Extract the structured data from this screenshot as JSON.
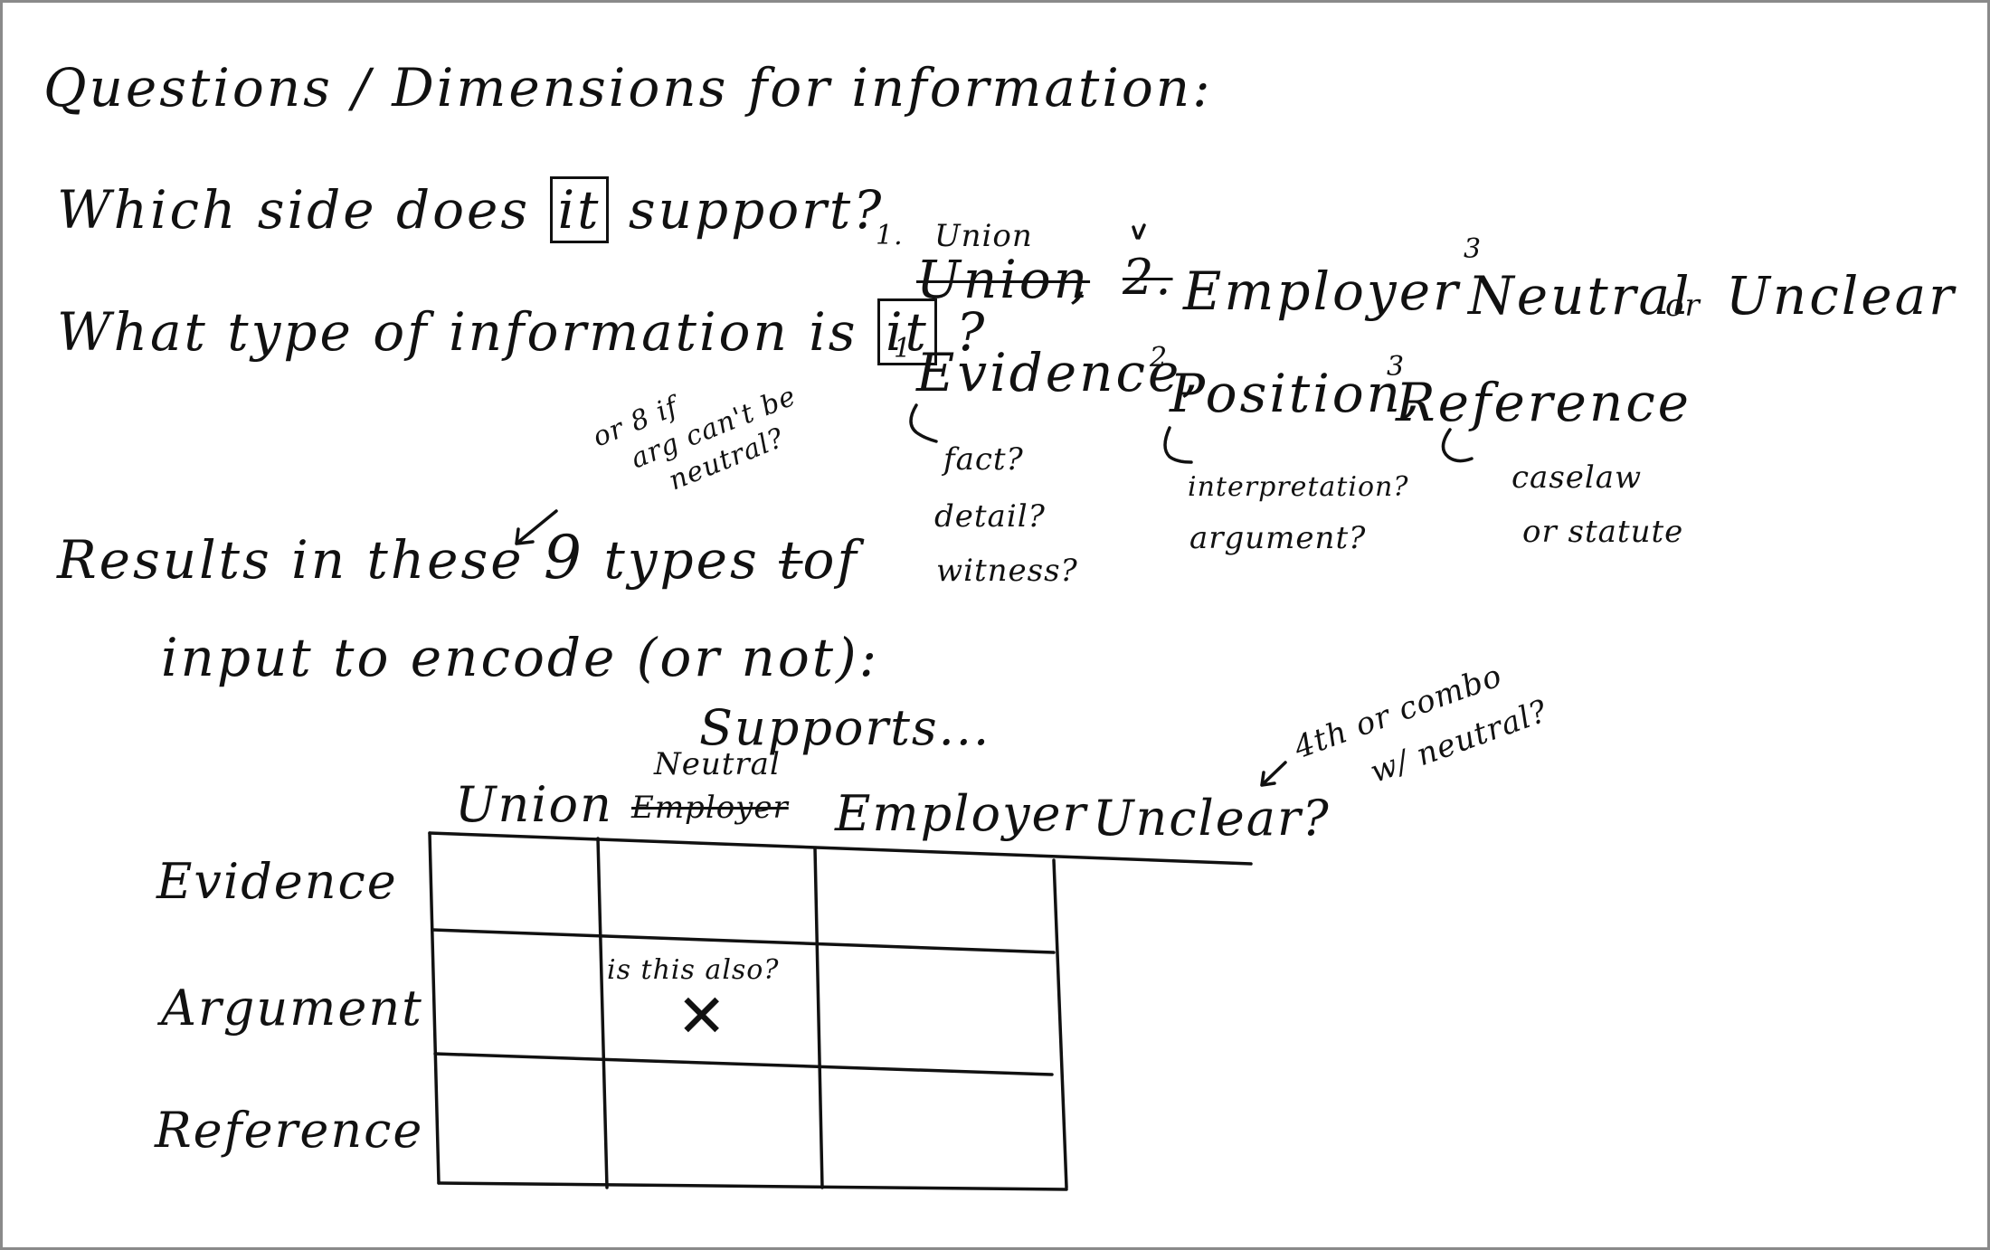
{
  "title": "Questions / Dimensions for information:",
  "q1": {
    "prefix": "Which side does",
    "it": "it",
    "suffix": "support?",
    "n1": "1.",
    "opt1_inserted": "Union",
    "opt1_crossed": "Union",
    "comma1": ",",
    "n2_crossed": "2.",
    "opt2": "Employer",
    "n3": "3",
    "opt3": "Neutral",
    "or": "or",
    "opt4": "Unclear"
  },
  "q2": {
    "prefix": "What type of information is",
    "it": "it",
    "suffix": "?",
    "n1": "1",
    "opt1": "Evidence,",
    "n2": "2",
    "opt2": "Position,",
    "n3": "3",
    "opt3": "Reference"
  },
  "notes": {
    "evidence": [
      "fact?",
      "detail?",
      "witness?"
    ],
    "position": [
      "interpretation?",
      "argument?"
    ],
    "reference": [
      "caselaw",
      "or statute"
    ],
    "nine_note": [
      "or 8 if",
      "arg can't be",
      "neutral?"
    ],
    "unclear_note": [
      "4th or combo",
      "w/ neutral?"
    ]
  },
  "results": {
    "line1_a": "Results in these",
    "nine": "9",
    "line1_b": "types",
    "line1_c": "of",
    "line2": "input to encode (or not):"
  },
  "table": {
    "supports_label": "Supports...",
    "inserted_header": "Neutral",
    "crossed_header": "Employer",
    "columns": [
      "Union",
      "Employer",
      "Unclear?"
    ],
    "rows": [
      "Evidence",
      "Argument",
      "Reference"
    ],
    "cell_note": "is this also?",
    "cell_mark": "✕"
  }
}
